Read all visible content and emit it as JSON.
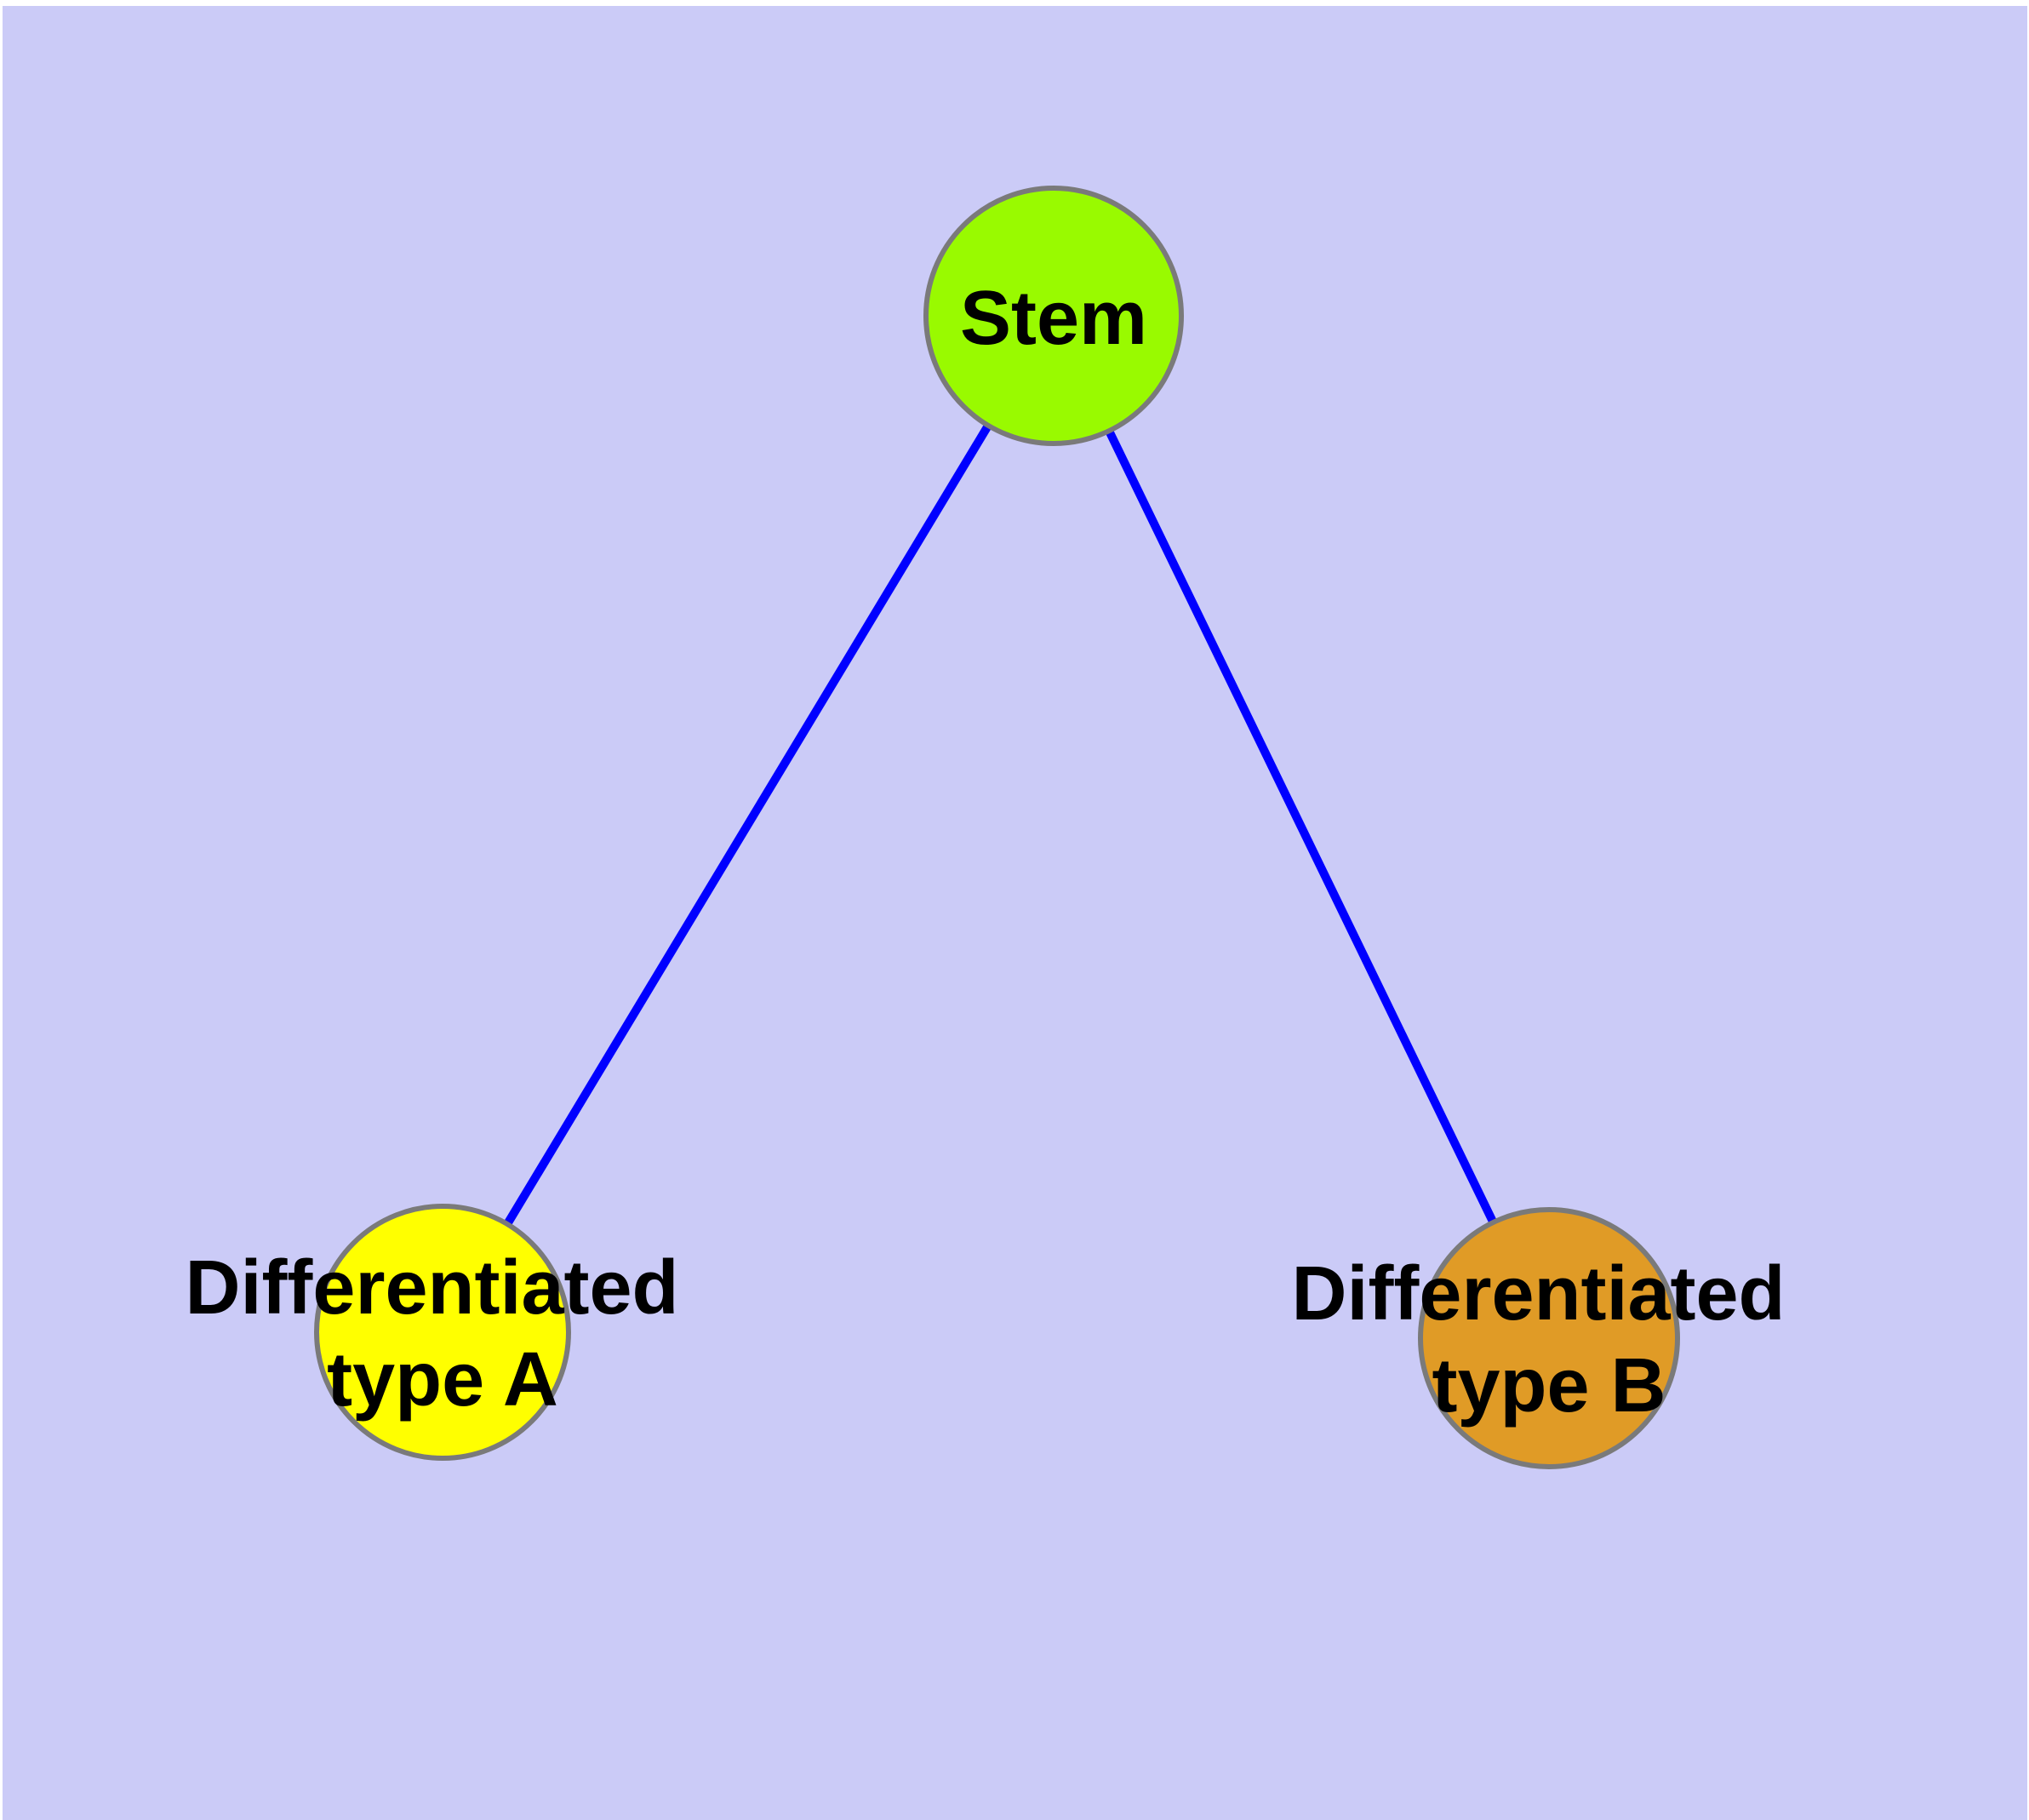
{
  "diagram": {
    "type": "graph",
    "background_color": "#cbcbf7",
    "margin_color": "#ffffff",
    "edge_color": "#0000ff",
    "node_border_color": "#7a7a7a",
    "label_color": "#000000",
    "nodes": [
      {
        "id": "stem",
        "label": "Stem",
        "fill": "#99fa00"
      },
      {
        "id": "differentiated-type-a",
        "label_line1": "Differentiated",
        "label_line2": "type A",
        "fill": "#ffff00"
      },
      {
        "id": "differentiated-type-b",
        "label_line1": "Differentiated",
        "label_line2": "type B",
        "fill": "#e09b26"
      }
    ],
    "edges": [
      {
        "from": "Stem",
        "to": "Differentiated type A"
      },
      {
        "from": "Stem",
        "to": "Differentiated type B"
      }
    ]
  }
}
